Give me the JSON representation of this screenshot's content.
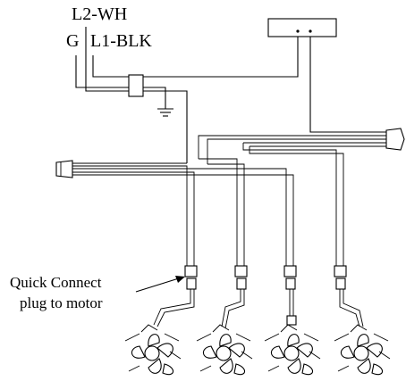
{
  "labels": {
    "l2": "L2-WH",
    "g": "G",
    "l1": "L1-BLK",
    "quick_connect_line1": "Quick Connect",
    "quick_connect_line2": "plug to motor"
  },
  "colors": {
    "ink": "#000000",
    "paper": "#ffffff"
  },
  "icons": [
    "ground-icon",
    "fan-icon",
    "connector-icon",
    "plug-icon",
    "arrow-icon"
  ]
}
